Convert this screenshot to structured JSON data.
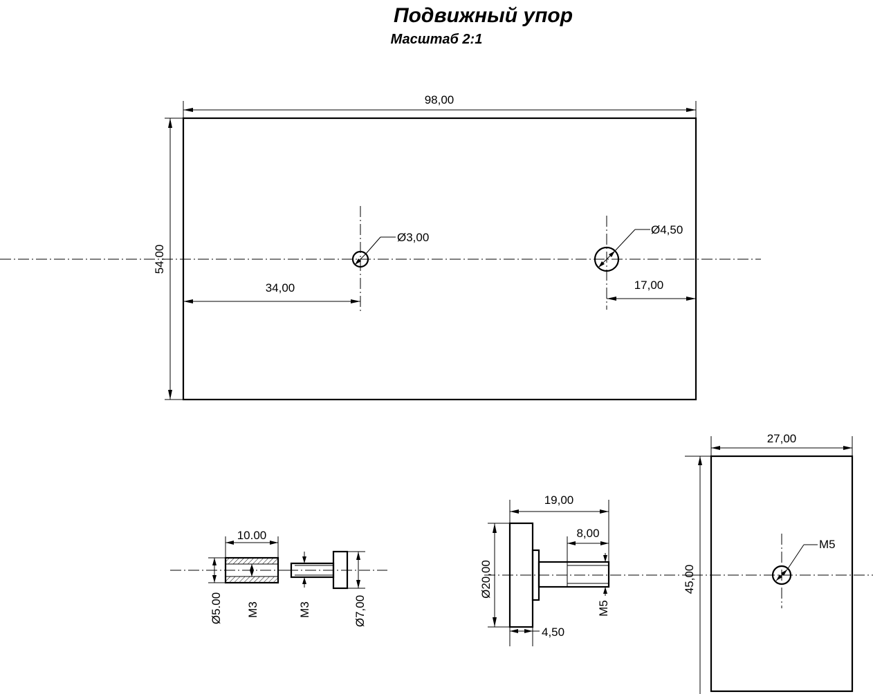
{
  "title": "Подвижный упор",
  "subtitle": "Масштаб 2:1",
  "plate": {
    "width_label": "98,00",
    "height_label": "54,00",
    "hole1_offset_label": "34,00",
    "hole1_diameter_label": "Ø3,00",
    "hole2_offset_label": "17,00",
    "hole2_diameter_label": "Ø4,50"
  },
  "sleeve": {
    "length_label": "10.00",
    "outer_diameter_label": "Ø5.00",
    "thread_label": "M3"
  },
  "screw": {
    "thread_label": "M3",
    "head_diameter_label": "Ø7,00"
  },
  "knob": {
    "length_label": "19,00",
    "thread_length_label": "8,00",
    "diameter_label": "Ø20,00",
    "thread_label": "M5",
    "head_thickness_label": "4,50"
  },
  "block": {
    "width_label": "27,00",
    "height_label": "45,00",
    "hole_label": "M5"
  }
}
